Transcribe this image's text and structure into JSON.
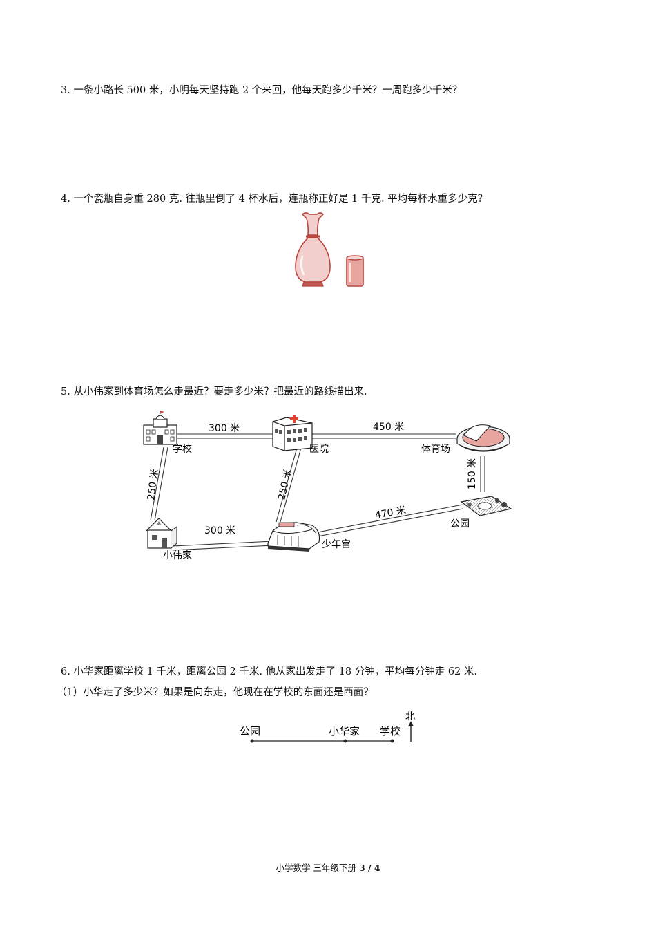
{
  "questions": {
    "q3": "3. 一条小路长 500 米，小明每天坚持跑 2 个来回，他每天跑多少千米？一周跑多少千米？",
    "q4": "4. 一个瓷瓶自身重 280 克. 往瓶里倒了 4 杯水后，连瓶称正好是 1 千克. 平均每杯水重多少克？",
    "q5": "5. 从小伟家到体育场怎么走最近？要走多少米？把最近的路线描出来.",
    "q6": "6. 小华家距离学校 1 千米，距离公园 2 千米. 他从家出发走了 18 分钟，平均每分钟走 62 米.",
    "q6_1": "（1）小华走了多少米？如果是向东走，他现在在学校的东面还是西面？"
  },
  "map": {
    "places": {
      "school": "学校",
      "hospital": "医院",
      "stadium": "体育场",
      "home": "小伟家",
      "palace": "少年宫",
      "park": "公园"
    },
    "distances": {
      "school_hospital": "300 米",
      "hospital_stadium": "450 米",
      "school_home": "250 米",
      "hospital_palace": "250 米",
      "home_palace": "300 米",
      "palace_park": "470 米",
      "stadium_park": "150 米"
    }
  },
  "line_diagram": {
    "park": "公园",
    "home": "小华家",
    "school": "学校",
    "north": "北"
  },
  "footer": {
    "text": "小学数学  三年级下册  ",
    "page": "3 / 4"
  },
  "colors": {
    "vase": "#f2cfcc",
    "vase_outline": "#b9453e",
    "water": "#e8a5a0"
  }
}
